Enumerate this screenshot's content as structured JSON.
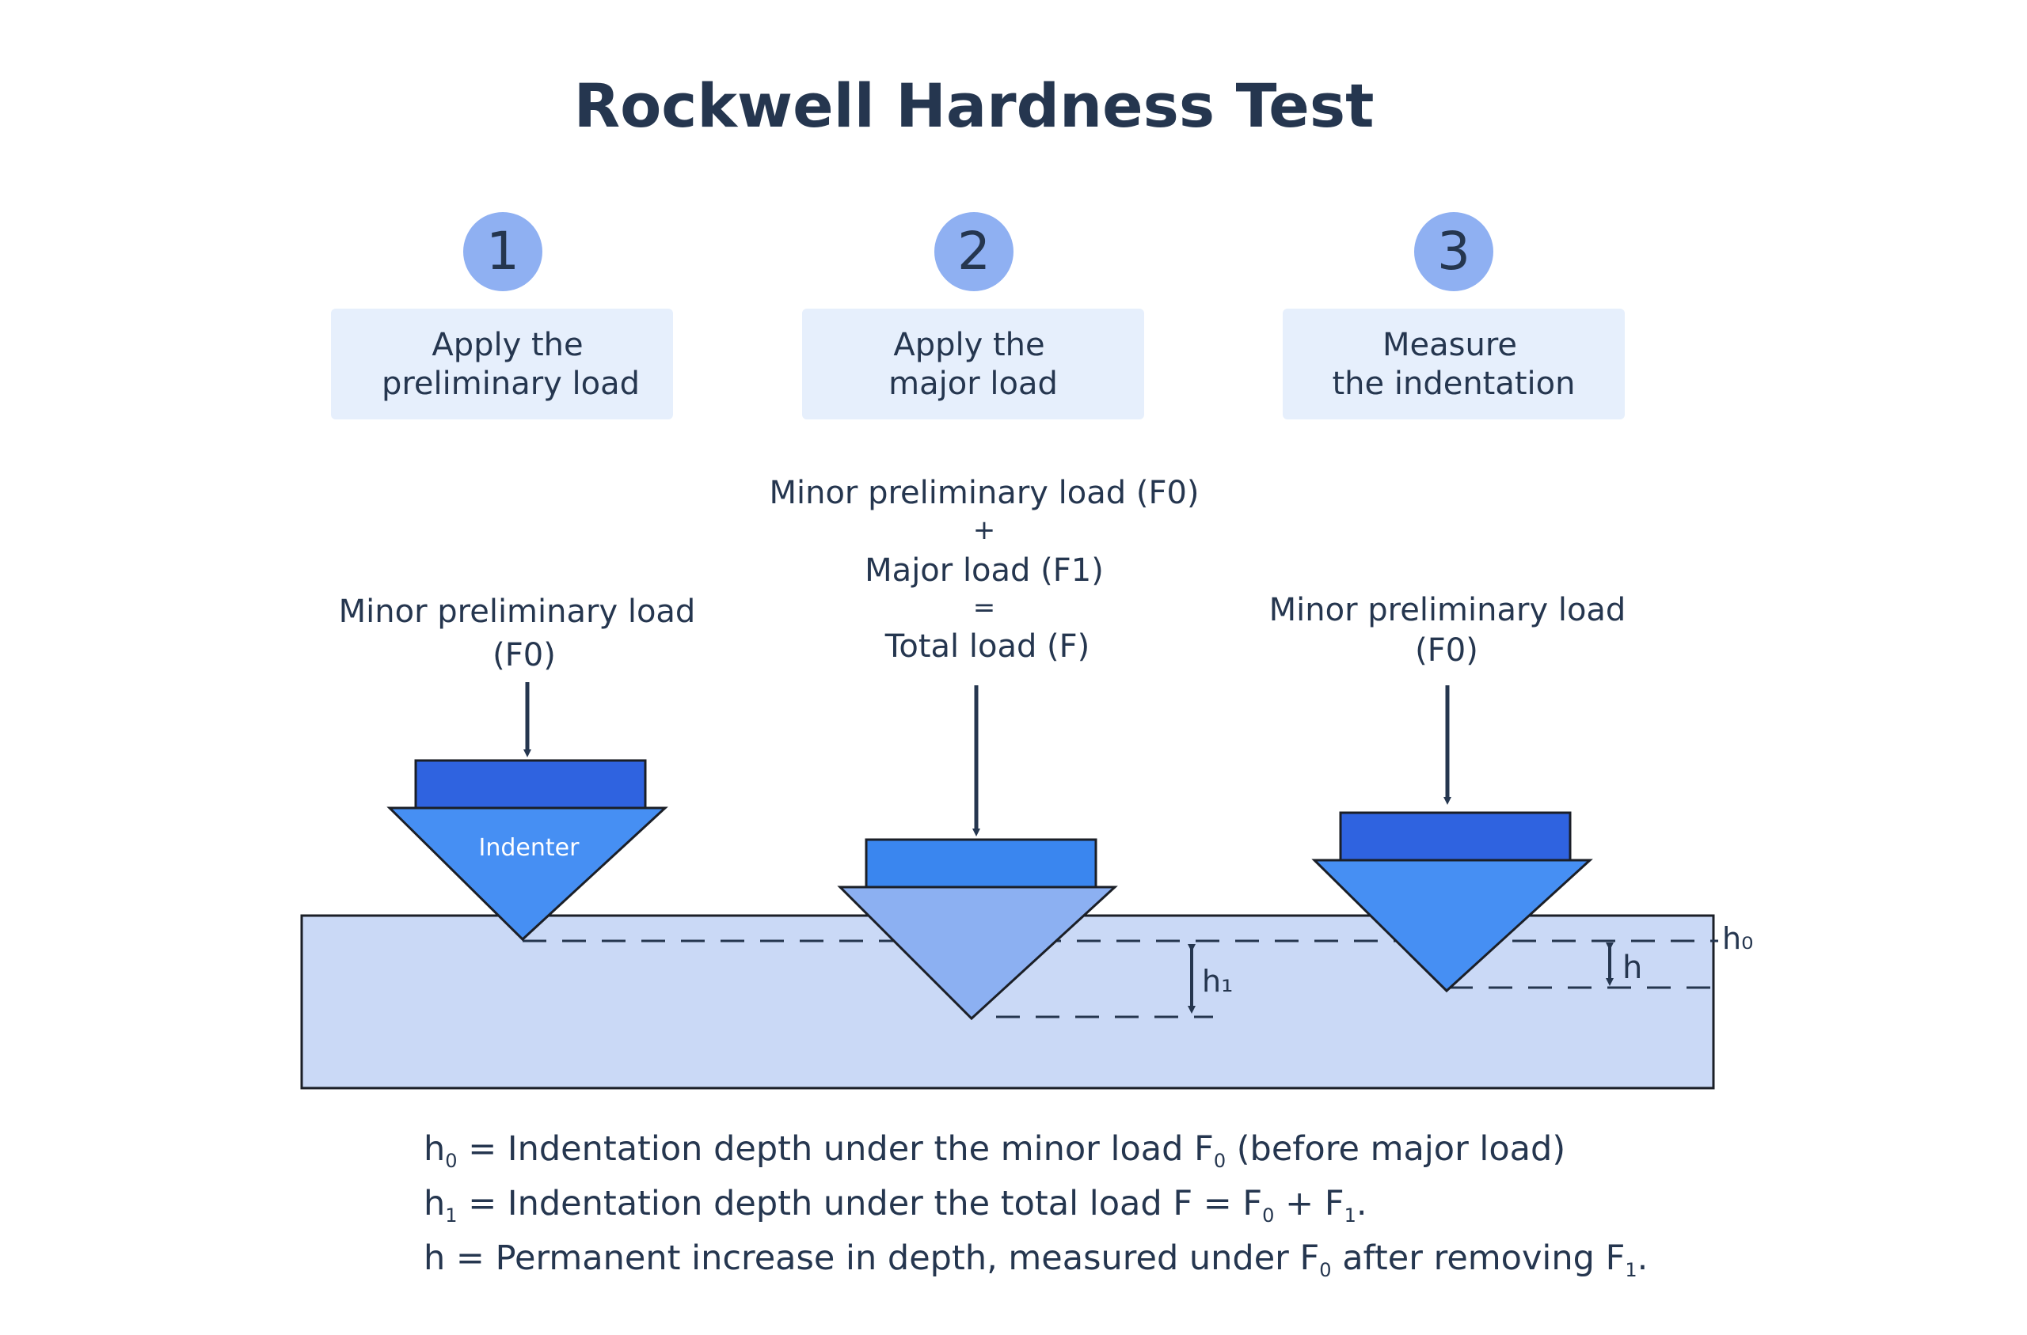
{
  "title": "Rockwell Hardness Test",
  "colors": {
    "text": "#25364f",
    "step_circle": "#8fb0f2",
    "step_box": "#e6effc",
    "indenter_cap_dark": "#2f63e0",
    "indenter_cap_light": "#3a86ef",
    "indenter_tip": "#468ff3",
    "indenter_tip_pressed": "#8cb0f2",
    "specimen": "#cad9f6",
    "outline": "#1b1f27"
  },
  "steps": [
    {
      "number": "1",
      "line1": "Apply the",
      "line2": "preliminary load"
    },
    {
      "number": "2",
      "line1": "Apply the",
      "line2": "major load"
    },
    {
      "number": "3",
      "line1": "Measure",
      "line2": "the indentation"
    }
  ],
  "loads": {
    "step1": {
      "line1": "Minor preliminary load",
      "line2": "(F0)"
    },
    "step2": {
      "line1": "Minor preliminary load (F0)",
      "line2": "+",
      "line3": "Major load (F1)",
      "line4": "=",
      "line5": "Total load (F)"
    },
    "step3": {
      "line1": "Minor preliminary load",
      "line2": "(F0)"
    }
  },
  "indenter_label": "Indenter",
  "depth_labels": {
    "h0": "h₀",
    "h1": "h₁",
    "h": "h"
  },
  "legend": [
    {
      "symbol": "h",
      "sub": "0",
      "eq": " = Indentation depth under the minor load F",
      "eq_sub": "0",
      "tail": " (before major load)"
    },
    {
      "symbol": "h",
      "sub": "1",
      "eq": " = Indentation depth under the total load F = F",
      "eq_sub": "0",
      "mid": " + F",
      "mid_sub": "1",
      "tail": "."
    },
    {
      "symbol": "h",
      "eq": " = Permanent increase in depth, measured under F",
      "eq_sub": "0",
      "mid": " after removing F",
      "mid_sub": "1",
      "tail": "."
    }
  ]
}
